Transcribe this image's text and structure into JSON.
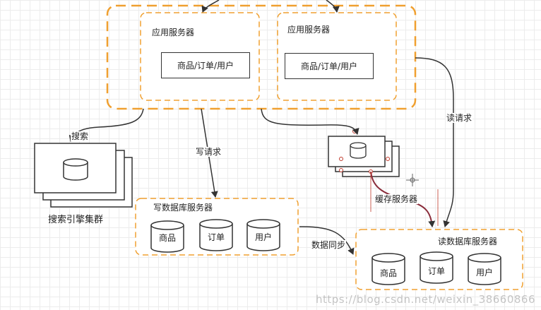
{
  "colors": {
    "accent": "#f0a030",
    "line": "#333333",
    "highlight": "#8a2c3a"
  },
  "app_servers": [
    {
      "title": "应用服务器",
      "content": "商品/订单/用户"
    },
    {
      "title": "应用服务器",
      "content": "商品/订单/用户"
    }
  ],
  "search": {
    "edge_label": "搜索",
    "cluster_label": "搜索引擎集群"
  },
  "write_edge_label": "写请求",
  "read_edge_label": "读请求",
  "sync_edge_label": "数据同步",
  "cache": {
    "label": "缓存服务器"
  },
  "write_db": {
    "title": "写数据库服务器",
    "dbs": [
      "商品",
      "订单",
      "用户"
    ]
  },
  "read_db": {
    "title": "读数据库服务器",
    "dbs": [
      "商品",
      "订单",
      "用户"
    ]
  },
  "watermark": "https://blog.csdn.net/weixin_38660866"
}
